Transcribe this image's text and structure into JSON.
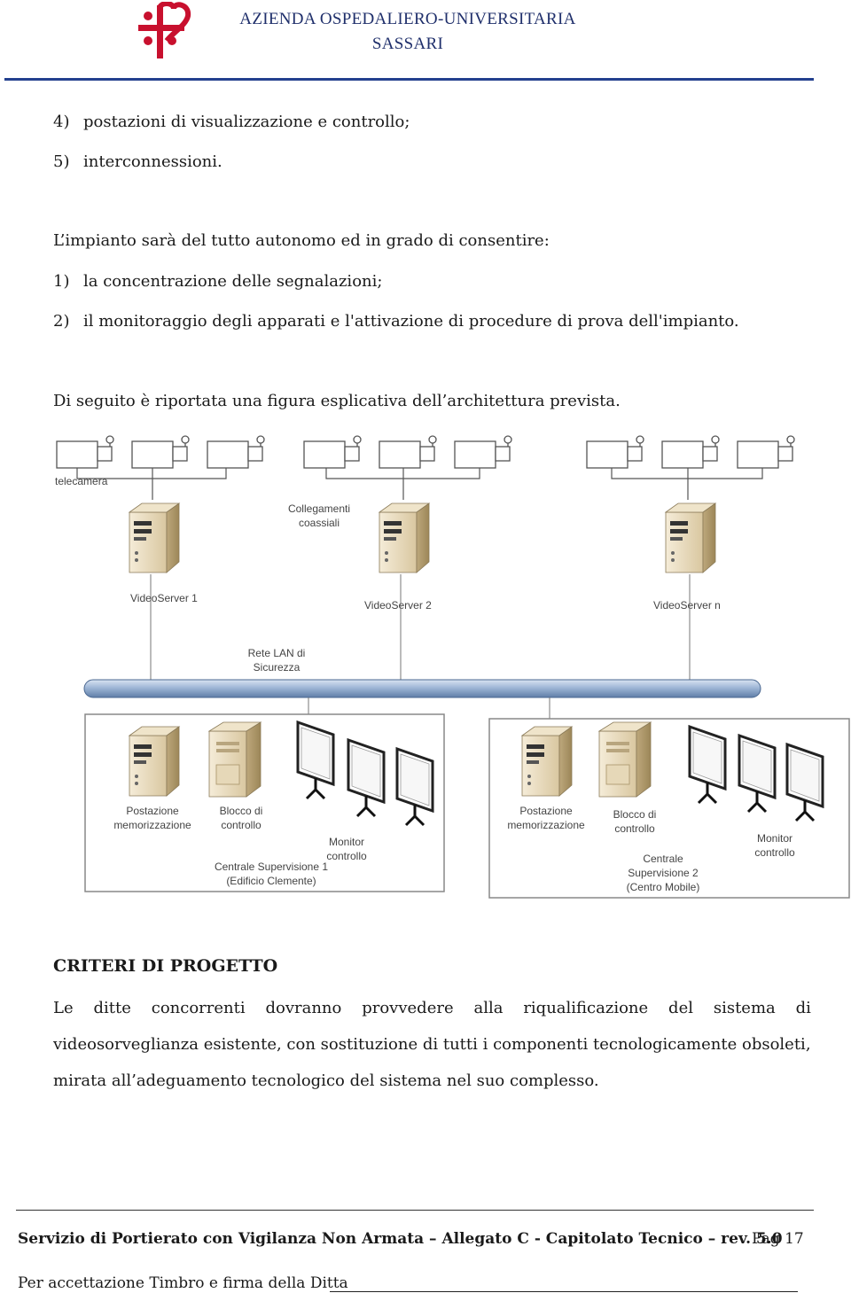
{
  "header": {
    "org_line1": "AZIENDA OSPEDALIERO-UNIVERSITARIA",
    "org_line2": "SASSARI"
  },
  "body": {
    "list_top": [
      {
        "num": "4)",
        "text": "postazioni di visualizzazione e controllo;"
      },
      {
        "num": "5)",
        "text": "interconnessioni."
      }
    ],
    "intro": "L’impianto sarà del tutto autonomo ed in grado di consentire:",
    "list_bottom": [
      {
        "num": "1)",
        "text": "la concentrazione delle segnalazioni;"
      },
      {
        "num": "2)",
        "text": "il monitoraggio degli apparati e l'attivazione di procedure di prova dell'impianto."
      }
    ],
    "figure_intro": "Di seguito è riportata una figura esplicativa dell’architettura prevista.",
    "section_heading": "CRITERI DI PROGETTO",
    "paragraph_line1": "Le ditte concorrenti dovranno provvedere alla riqualificazione del sistema di",
    "paragraph_line2": "videosorveglianza esistente, con sostituzione di tutti i componenti tecnologicamente obsoleti,",
    "paragraph_line3": "mirata all’adeguamento tecnologico del sistema nel suo complesso."
  },
  "diagram": {
    "label_camera": "telecamera",
    "label_coax_1": "Collegamenti",
    "label_coax_2": "coassiali",
    "label_vs1": "VideoServer 1",
    "label_vs2": "VideoServer 2",
    "label_vsn": "VideoServer n",
    "label_lan_1": "Rete LAN di",
    "label_lan_2": "Sicurezza",
    "left_box": {
      "storage_1": "Postazione",
      "storage_2": "memorizzazione",
      "control_1": "Blocco di",
      "control_2": "controllo",
      "monitor_1": "Monitor",
      "monitor_2": "controllo",
      "centre_1": "Centrale Supervisione 1",
      "centre_2": "(Edificio Clemente)"
    },
    "right_box": {
      "storage_1": "Postazione",
      "storage_2": "memorizzazione",
      "control_1": "Blocco di",
      "control_2": "controllo",
      "monitor_1": "Monitor",
      "monitor_2": "controllo",
      "centre_1": "Centrale",
      "centre_2": "Supervisione 2",
      "centre_3": "(Centro Mobile)"
    }
  },
  "footer": {
    "doc_title": "Servizio di Portierato con Vigilanza Non Armata – Allegato C - Capitolato Tecnico – rev. 5.0",
    "page": "Pag 17",
    "sign_label": "Per accettazione Timbro e firma della Ditta"
  }
}
